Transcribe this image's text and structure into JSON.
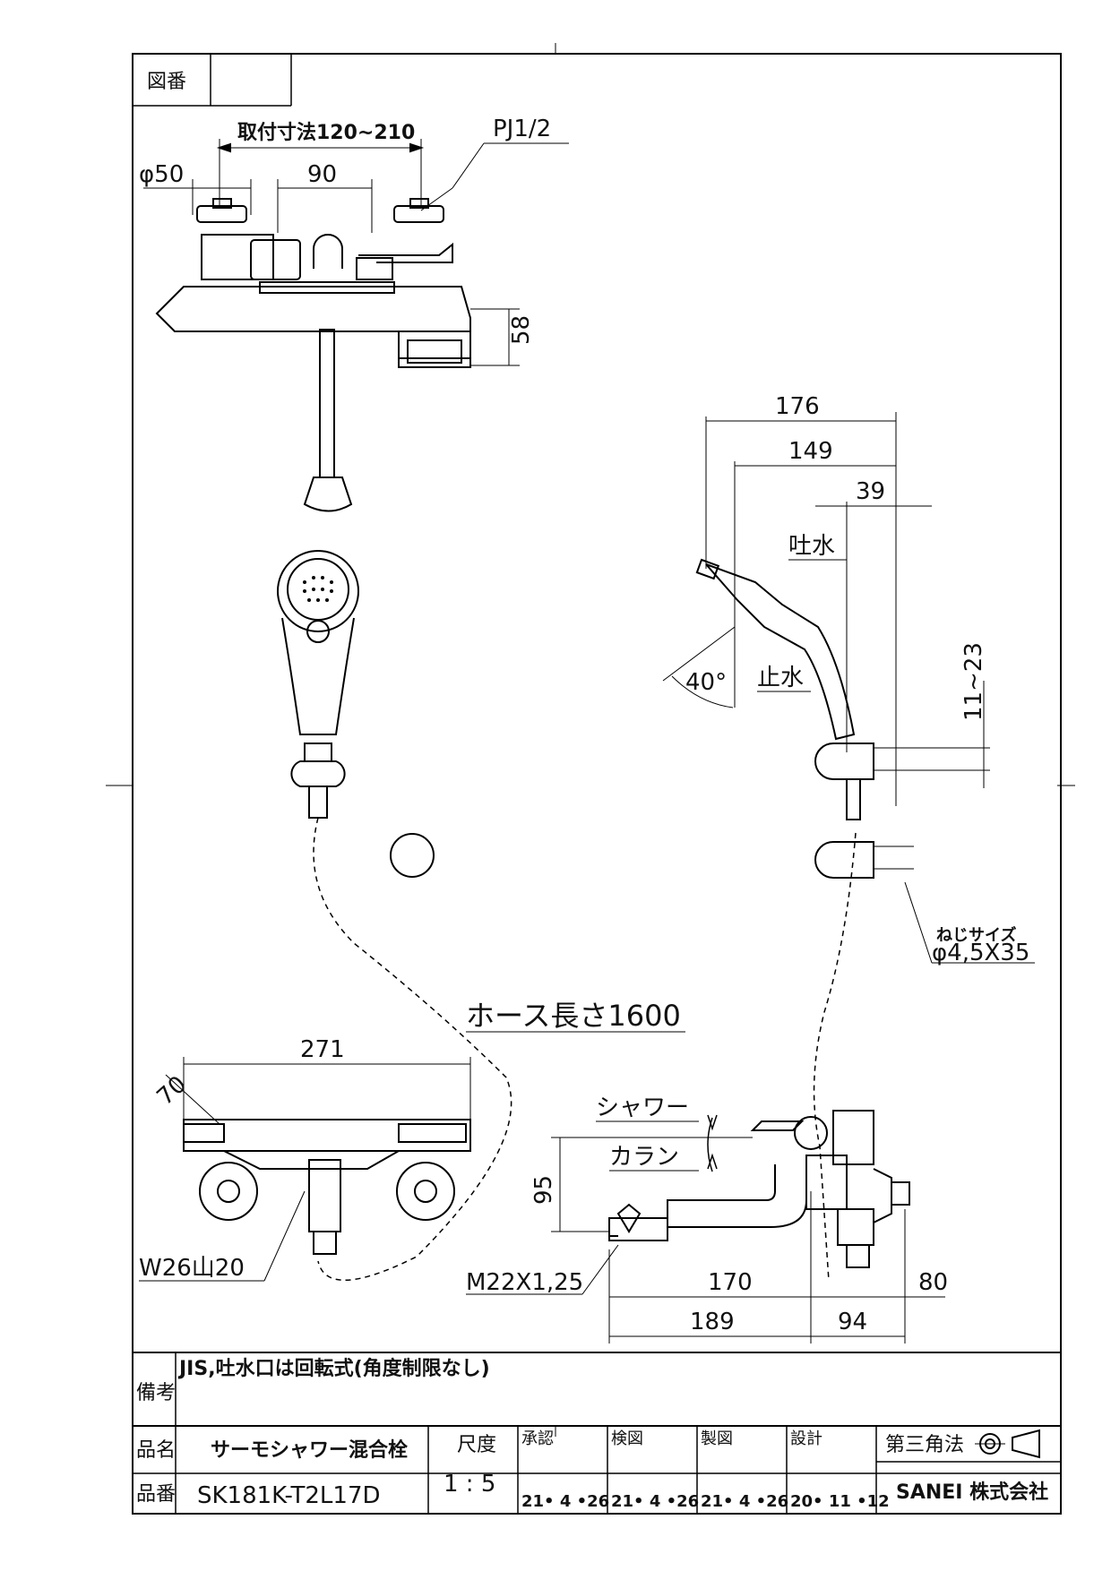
{
  "drawing_number_label": "図番",
  "drawing_number_value": "",
  "dimensions": {
    "mount_range": "取付寸法120~210",
    "pipe_thread": "PJ1/2",
    "dia50": "φ50",
    "d90": "90",
    "d58": "58",
    "d176": "176",
    "d149": "149",
    "d39": "39",
    "spout_label": "吐水",
    "stop_label": "止水",
    "angle40": "40°",
    "d11_23": "11~23",
    "screw_size_label": "ねじサイズ",
    "screw_size_value": "φ4,5X35",
    "hose_length": "ホース長さ1600",
    "d271": "271",
    "d70": "70",
    "w26": "W26山20",
    "shower_label": "シャワー",
    "faucet_label": "カラン",
    "d95": "95",
    "m22": "M22X1,25",
    "d170": "170",
    "d80": "80",
    "d189": "189",
    "d94": "94"
  },
  "title_block": {
    "remarks_label": "備考",
    "remarks_text": "JIS,吐水口は回転式(角度制限なし)",
    "product_name_label": "品名",
    "product_name": "サーモシャワー混合栓",
    "product_number_label": "品番",
    "product_number": "SK181K-T2L17D",
    "scale_label": "尺度",
    "scale_value": "1 : 5",
    "approved_label": "承認",
    "approved_date": "21• 4 •26",
    "checked_label": "検図",
    "checked_date": "21• 4 •26",
    "drawn_label": "製図",
    "drawn_date": "21• 4 •26",
    "design_label": "設計",
    "design_date": "20• 11 •12",
    "projection_label": "第三角法",
    "company": "SANEI 株式会社"
  }
}
